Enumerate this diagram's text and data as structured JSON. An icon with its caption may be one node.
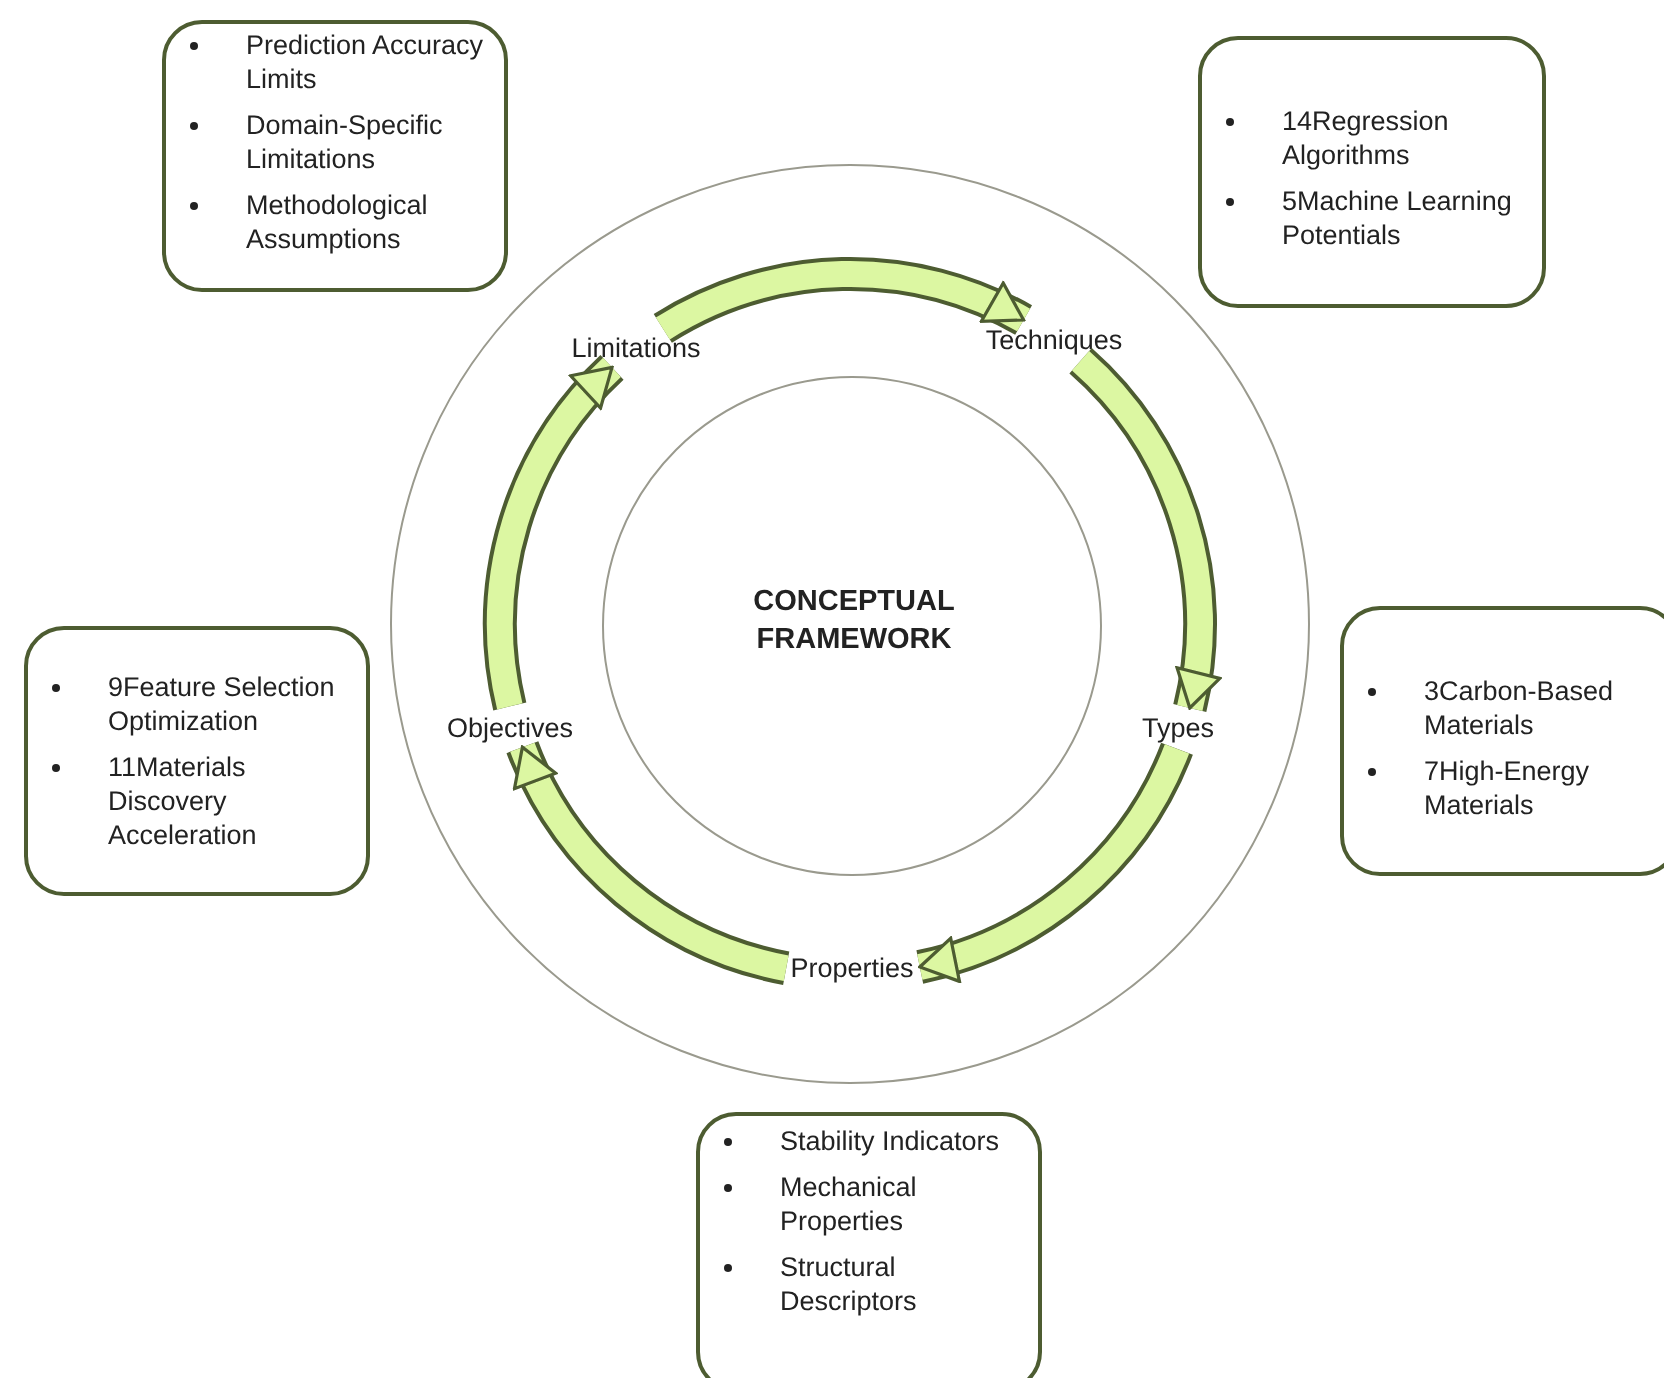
{
  "diagram": {
    "nodes": [
      {
        "text": [
          "Prediction Accuracy Limits",
          "Domain-Specific Limitations",
          "Methodological Assumptions"
        ]
      },
      {
        "text": [
          "14Regression Algorithms",
          "5Machine Learning Potentials"
        ]
      },
      {
        "text": [],
        "shape": "circle"
      },
      {
        "text": [
          "Limitations"
        ],
        "in": 2
      },
      {
        "text": [
          "Techniques"
        ],
        "in": 2
      },
      {
        "text": [
          "CONCEPTUAL FRAMEWORK"
        ],
        "in": 2
      },
      {
        "text": [
          "Objectives"
        ],
        "in": 2
      },
      {
        "text": [
          "Types"
        ],
        "in": 2
      },
      {
        "text": [
          "Properties"
        ],
        "in": 2
      },
      {
        "text": [
          "9Feature Selection Optimization",
          "11Materials Discovery Acceleration"
        ]
      },
      {
        "text": [
          "3Carbon-Based Materials",
          "7High-Energy Materials"
        ]
      },
      {
        "text": [
          "Stability Indicators",
          "Mechanical Properties",
          "Structural Descriptors"
        ]
      }
    ],
    "edges": [
      {
        "from": 3,
        "to": 4,
        "arrow": "to"
      },
      {
        "from": 4,
        "to": 7,
        "arrow": "to"
      },
      {
        "from": 7,
        "to": 8,
        "arrow": "to"
      },
      {
        "from": 8,
        "to": 6,
        "arrow": "to"
      },
      {
        "from": 6,
        "to": 3,
        "arrow": "to"
      }
    ]
  }
}
